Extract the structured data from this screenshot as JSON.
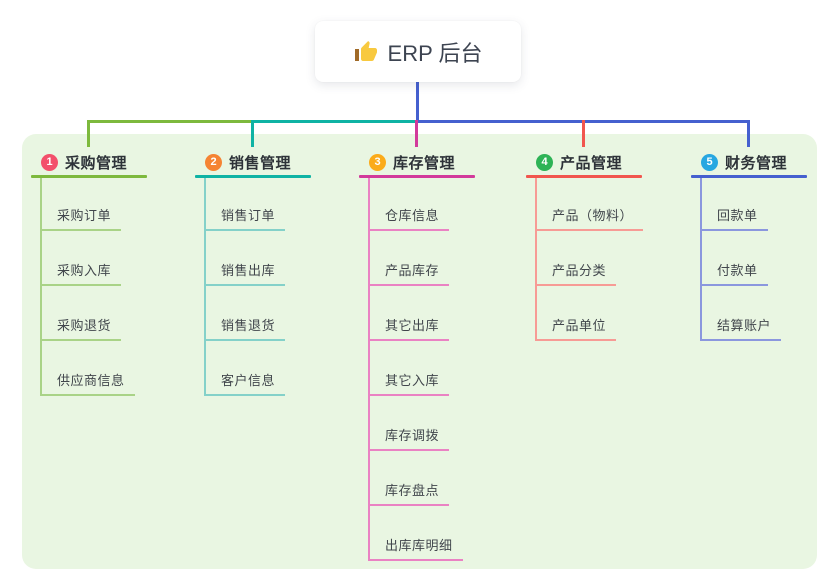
{
  "root": {
    "label": "ERP 后台",
    "icon": "thumbs-up-icon"
  },
  "colors": {
    "panel_bg": "#e9f6e2",
    "root_connector": "#4560cf",
    "title_text": "#2d3238",
    "child_text": "#41464c",
    "root_text": "#3d4451",
    "thumb_main": "#f8c93f",
    "thumb_cuff": "#a06a28"
  },
  "branches": [
    {
      "badge": "1",
      "label": "采购管理",
      "badge_color": "#f3506b",
      "line_color": "#7db93d",
      "child_line_color": "#a9d387",
      "children": [
        "采购订单",
        "采购入库",
        "采购退货",
        "供应商信息"
      ]
    },
    {
      "badge": "2",
      "label": "销售管理",
      "badge_color": "#f58433",
      "line_color": "#0fb3a4",
      "child_line_color": "#84d1c9",
      "children": [
        "销售订单",
        "销售出库",
        "销售退货",
        "客户信息"
      ]
    },
    {
      "badge": "3",
      "label": "库存管理",
      "badge_color": "#fbab19",
      "line_color": "#d23a9b",
      "child_line_color": "#ea82c3",
      "children": [
        "仓库信息",
        "产品库存",
        "其它出库",
        "其它入库",
        "库存调拨",
        "库存盘点",
        "出库库明细"
      ]
    },
    {
      "badge": "4",
      "label": "产品管理",
      "badge_color": "#2eb356",
      "line_color": "#f1564e",
      "child_line_color": "#f79b95",
      "children": [
        "产品（物料）",
        "产品分类",
        "产品单位"
      ]
    },
    {
      "badge": "5",
      "label": "财务管理",
      "badge_color": "#27a7e1",
      "line_color": "#4560cf",
      "child_line_color": "#8b97de",
      "children": [
        "回款单",
        "付款单",
        "结算账户"
      ]
    }
  ]
}
